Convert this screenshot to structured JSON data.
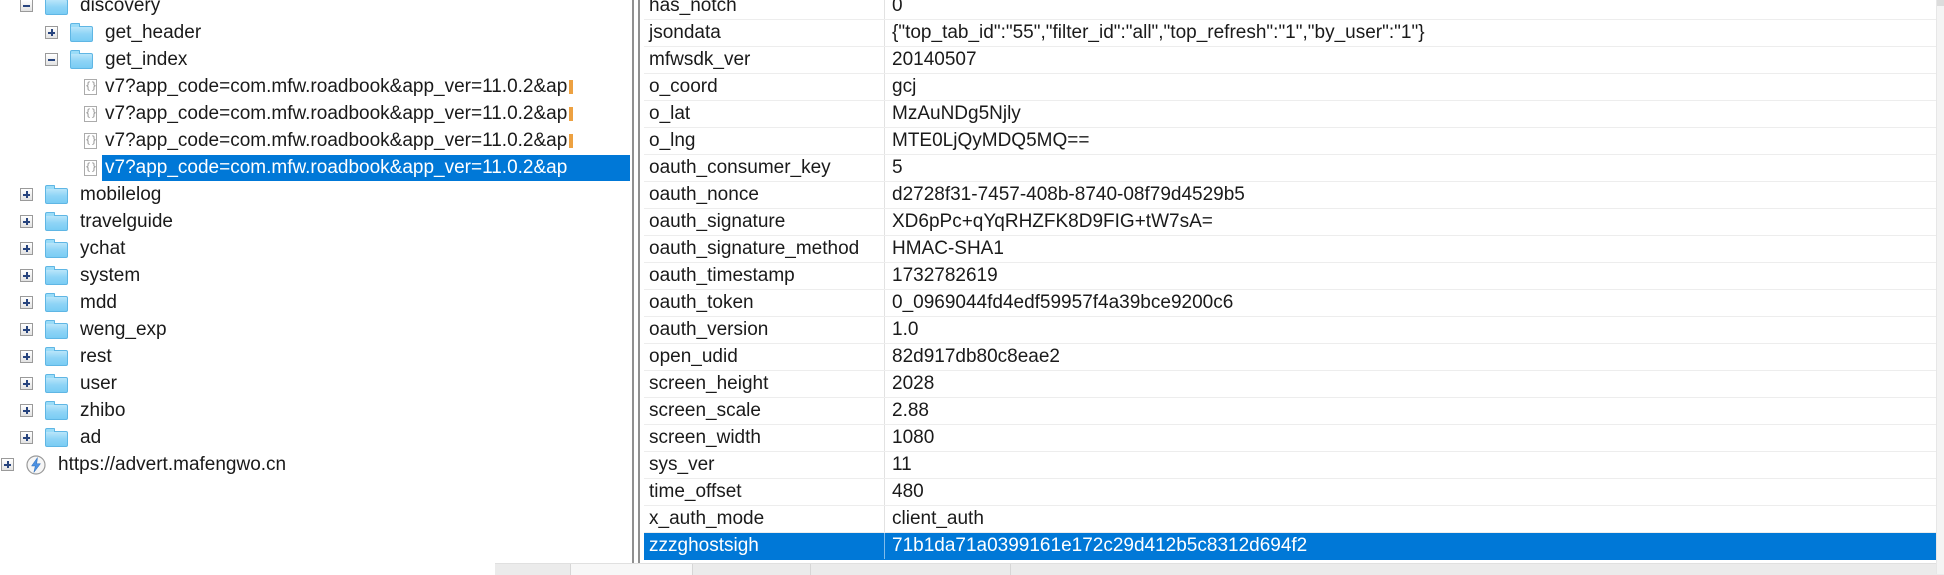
{
  "colors": {
    "selection": "#0078d7",
    "folder": "#8ed4f6",
    "row_divider": "#ededed"
  },
  "tree": {
    "items": [
      {
        "id": "discovery",
        "label": "discovery",
        "level": 1,
        "toggle": "minus",
        "icon": "folder",
        "selected": false
      },
      {
        "id": "get-header",
        "label": "get_header",
        "level": 2,
        "toggle": "plus",
        "icon": "folder",
        "selected": false
      },
      {
        "id": "get-index",
        "label": "get_index",
        "level": 2,
        "toggle": "minus",
        "icon": "folder",
        "selected": false
      },
      {
        "id": "v7-request-1",
        "label": "v7?app_code=com.mfw.roadbook&app_ver=11.0.2&ap",
        "level": 3,
        "toggle": null,
        "icon": "json",
        "selected": false,
        "clipped": true
      },
      {
        "id": "v7-request-2",
        "label": "v7?app_code=com.mfw.roadbook&app_ver=11.0.2&ap",
        "level": 3,
        "toggle": null,
        "icon": "json",
        "selected": false,
        "clipped": true
      },
      {
        "id": "v7-request-3",
        "label": "v7?app_code=com.mfw.roadbook&app_ver=11.0.2&ap",
        "level": 3,
        "toggle": null,
        "icon": "json",
        "selected": false,
        "clipped": true
      },
      {
        "id": "v7-request-4",
        "label": "v7?app_code=com.mfw.roadbook&app_ver=11.0.2&ap",
        "level": 3,
        "toggle": null,
        "icon": "json",
        "selected": true,
        "clipped": false
      },
      {
        "id": "mobilelog",
        "label": "mobilelog",
        "level": 1,
        "toggle": "plus",
        "icon": "folder",
        "selected": false
      },
      {
        "id": "travelguide",
        "label": "travelguide",
        "level": 1,
        "toggle": "plus",
        "icon": "folder",
        "selected": false
      },
      {
        "id": "ychat",
        "label": "ychat",
        "level": 1,
        "toggle": "plus",
        "icon": "folder",
        "selected": false
      },
      {
        "id": "system",
        "label": "system",
        "level": 1,
        "toggle": "plus",
        "icon": "folder",
        "selected": false
      },
      {
        "id": "mdd",
        "label": "mdd",
        "level": 1,
        "toggle": "plus",
        "icon": "folder",
        "selected": false
      },
      {
        "id": "weng-exp",
        "label": "weng_exp",
        "level": 1,
        "toggle": "plus",
        "icon": "folder",
        "selected": false
      },
      {
        "id": "rest",
        "label": "rest",
        "level": 1,
        "toggle": "plus",
        "icon": "folder",
        "selected": false
      },
      {
        "id": "user",
        "label": "user",
        "level": 1,
        "toggle": "plus",
        "icon": "folder",
        "selected": false
      },
      {
        "id": "zhibo",
        "label": "zhibo",
        "level": 1,
        "toggle": "plus",
        "icon": "folder",
        "selected": false
      },
      {
        "id": "ad",
        "label": "ad",
        "level": 1,
        "toggle": "plus",
        "icon": "folder",
        "selected": false
      },
      {
        "id": "advert-mafengwo-host",
        "label": "https://advert.mafengwo.cn",
        "level": 0,
        "toggle": "plus",
        "icon": "lightning",
        "selected": false
      }
    ]
  },
  "params": {
    "selected_key": "zzzghostsigh",
    "rows": [
      {
        "key": "has_notch",
        "value": "0"
      },
      {
        "key": "jsondata",
        "value": "{\"top_tab_id\":\"55\",\"filter_id\":\"all\",\"top_refresh\":\"1\",\"by_user\":\"1\"}"
      },
      {
        "key": "mfwsdk_ver",
        "value": "20140507"
      },
      {
        "key": "o_coord",
        "value": "gcj"
      },
      {
        "key": "o_lat",
        "value": "MzAuNDg5Njly"
      },
      {
        "key": "o_lng",
        "value": "MTE0LjQyMDQ5MQ=="
      },
      {
        "key": "oauth_consumer_key",
        "value": "5"
      },
      {
        "key": "oauth_nonce",
        "value": "d2728f31-7457-408b-8740-08f79d4529b5"
      },
      {
        "key": "oauth_signature",
        "value": "XD6pPc+qYqRHZFK8D9FIG+tW7sA="
      },
      {
        "key": "oauth_signature_method",
        "value": "HMAC-SHA1"
      },
      {
        "key": "oauth_timestamp",
        "value": "1732782619"
      },
      {
        "key": "oauth_token",
        "value": "0_0969044fd4edf59957f4a39bce9200c6"
      },
      {
        "key": "oauth_version",
        "value": "1.0"
      },
      {
        "key": "open_udid",
        "value": "82d917db80c8eae2"
      },
      {
        "key": "screen_height",
        "value": "2028"
      },
      {
        "key": "screen_scale",
        "value": "2.88"
      },
      {
        "key": "screen_width",
        "value": "1080"
      },
      {
        "key": "sys_ver",
        "value": "11"
      },
      {
        "key": "time_offset",
        "value": "480"
      },
      {
        "key": "x_auth_mode",
        "value": "client_auth"
      },
      {
        "key": "zzzghostsigh",
        "value": "71b1da71a0399161e172c29d412b5c8312d694f2"
      }
    ]
  }
}
